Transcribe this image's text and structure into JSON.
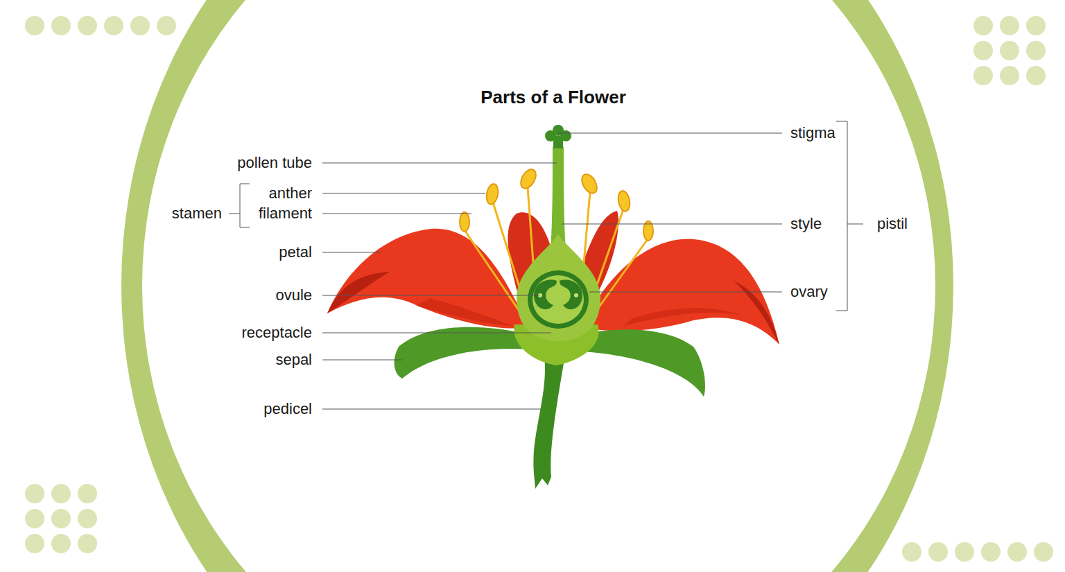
{
  "diagram": {
    "title": "Parts of a Flower",
    "labels": [
      "stigma",
      "pollen tube",
      "anther",
      "stamen",
      "filament",
      "style",
      "pistil",
      "petal",
      "ovary",
      "ovule",
      "receptacle",
      "sepal",
      "pedicel"
    ]
  }
}
